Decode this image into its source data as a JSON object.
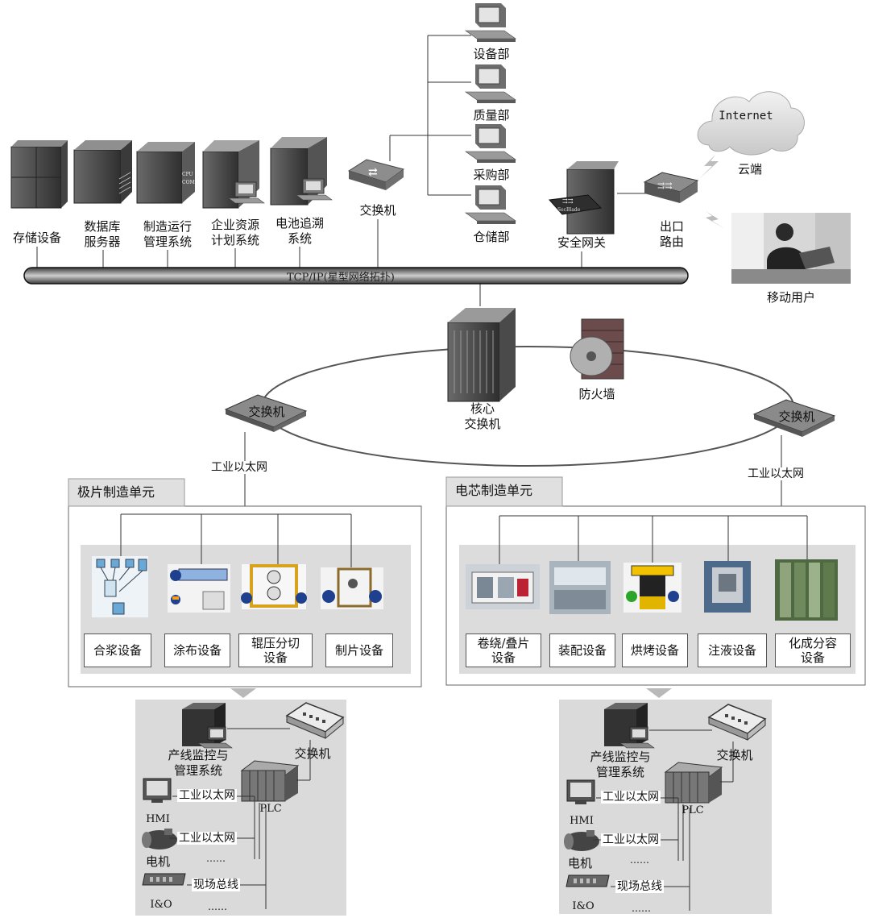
{
  "departments": [
    "设备部",
    "质量部",
    "采购部",
    "仓储部"
  ],
  "servers": [
    {
      "line1": "存储设备",
      "line2": ""
    },
    {
      "line1": "数据库",
      "line2": "服务器"
    },
    {
      "line1": "制造运行",
      "line2": "管理系统"
    },
    {
      "line1": "企业资源",
      "line2": "计划系统"
    },
    {
      "line1": "电池追溯",
      "line2": "系统"
    }
  ],
  "top_switch": "交换机",
  "security_gateway": "安全网关",
  "exit_router": {
    "line1": "出口",
    "line2": "路由"
  },
  "internet": "Internet",
  "cloud": "云端",
  "mobile_user": "移动用户",
  "bus_label": "TCP/IP(星型网络拓扑)",
  "core_switch": {
    "line1": "核心",
    "line2": "交换机"
  },
  "firewall": "防火墙",
  "ring_switch_left": "交换机",
  "ring_switch_right": "交换机",
  "ethernet_left": "工业以太网",
  "ethernet_right": "工业以太网",
  "unit_left": {
    "title": "极片制造单元",
    "devices": [
      {
        "line1": "合浆设备",
        "line2": ""
      },
      {
        "line1": "涂布设备",
        "line2": ""
      },
      {
        "line1": "辊压分切",
        "line2": "设备"
      },
      {
        "line1": "制片设备",
        "line2": ""
      }
    ]
  },
  "unit_right": {
    "title": "电芯制造单元",
    "devices": [
      {
        "line1": "卷绕/叠片",
        "line2": "设备"
      },
      {
        "line1": "装配设备",
        "line2": ""
      },
      {
        "line1": "烘烤设备",
        "line2": ""
      },
      {
        "line1": "注液设备",
        "line2": ""
      },
      {
        "line1": "化成分容",
        "line2": "设备"
      }
    ]
  },
  "line_control": {
    "monitor": {
      "line1": "产线监控与",
      "line2": "管理系统"
    },
    "switch": "交换机",
    "plc": "PLC",
    "hmi": "HMI",
    "motor": "电机",
    "io": "I&O",
    "ethernet1": "工业以太网",
    "ethernet2": "工业以太网",
    "fieldbus": "现场总线",
    "ellipsis1": "……",
    "ellipsis2": "……"
  }
}
